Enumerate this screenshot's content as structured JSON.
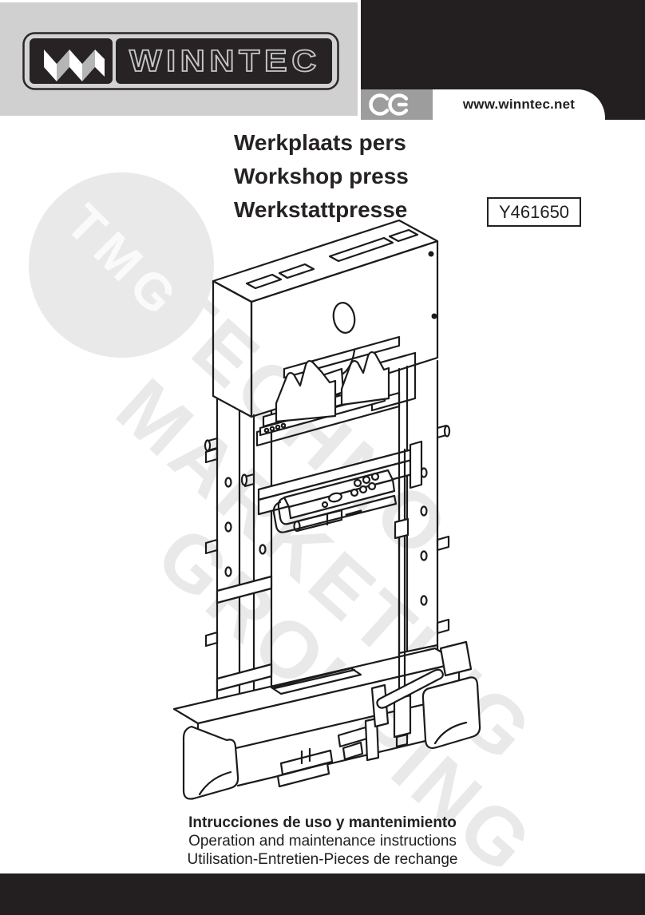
{
  "header": {
    "brand": "WINNTEC",
    "website": "www.winntec.net",
    "ce_mark": "CE"
  },
  "titles": {
    "dutch": "Werkplaats pers",
    "english": "Workshop press",
    "german": "Werkstattpresse"
  },
  "model_number": "Y461650",
  "watermark": {
    "monogram": "TMG",
    "words": [
      "TECHNO",
      "MARKETING",
      "GROUPING"
    ]
  },
  "instructions": {
    "spanish_bold": "Intrucciones de uso y mantenimiento",
    "english": "Operation and maintenance instructions",
    "french": "Utilisation-Entretien-Pieces de rechange"
  },
  "colors": {
    "header_gray": "#d0d0d0",
    "block_black": "#231f20",
    "ce_gray": "#9d9d9d",
    "text_dark": "#232021",
    "watermark_gray": "#e9e9e9",
    "line_color": "#1b1b1b"
  },
  "illustration": {
    "subject": "hydraulic workshop press, isometric line drawing"
  }
}
